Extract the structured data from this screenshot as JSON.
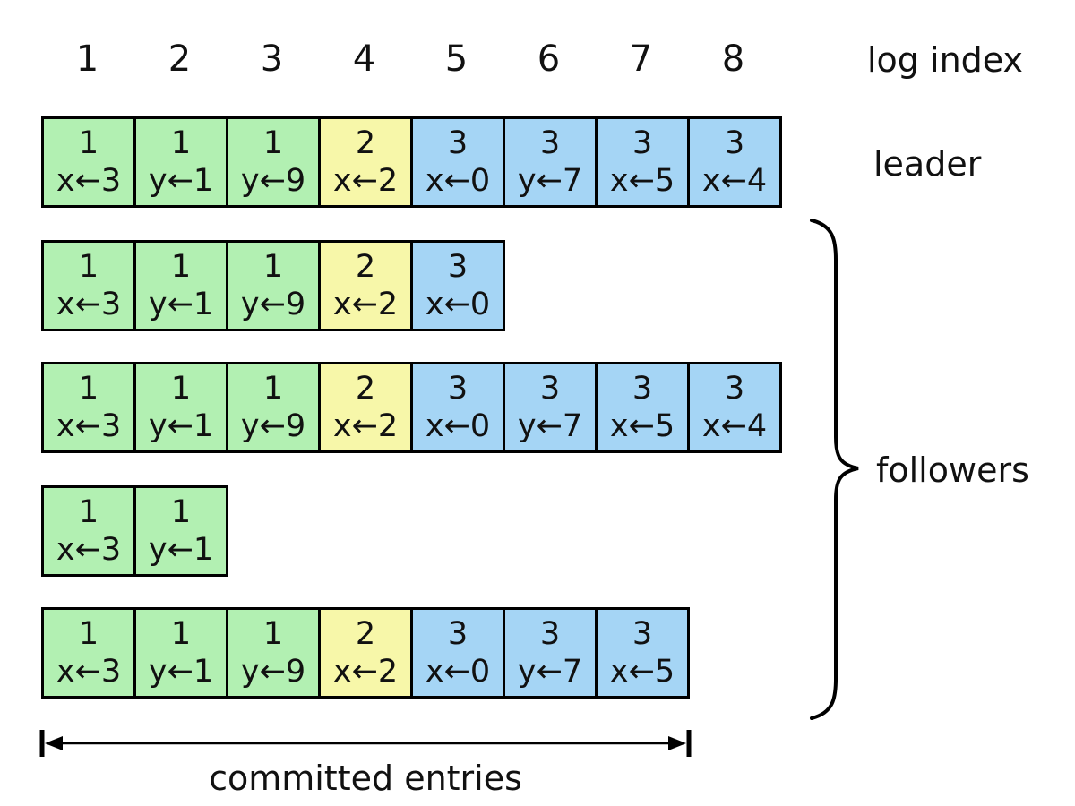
{
  "labels": {
    "log_index": "log index",
    "leader": "leader",
    "followers": "followers",
    "committed": "committed entries"
  },
  "log_indices": [
    "1",
    "2",
    "3",
    "4",
    "5",
    "6",
    "7",
    "8"
  ],
  "term_colors": {
    "1": "#b2f0b2",
    "2": "#f7f7a9",
    "3": "#a5d5f5"
  },
  "logs": [
    {
      "role": "leader",
      "entries": [
        {
          "term": "1",
          "cmd": "x←3"
        },
        {
          "term": "1",
          "cmd": "y←1"
        },
        {
          "term": "1",
          "cmd": "y←9"
        },
        {
          "term": "2",
          "cmd": "x←2"
        },
        {
          "term": "3",
          "cmd": "x←0"
        },
        {
          "term": "3",
          "cmd": "y←7"
        },
        {
          "term": "3",
          "cmd": "x←5"
        },
        {
          "term": "3",
          "cmd": "x←4"
        }
      ]
    },
    {
      "role": "follower-1",
      "entries": [
        {
          "term": "1",
          "cmd": "x←3"
        },
        {
          "term": "1",
          "cmd": "y←1"
        },
        {
          "term": "1",
          "cmd": "y←9"
        },
        {
          "term": "2",
          "cmd": "x←2"
        },
        {
          "term": "3",
          "cmd": "x←0"
        }
      ]
    },
    {
      "role": "follower-2",
      "entries": [
        {
          "term": "1",
          "cmd": "x←3"
        },
        {
          "term": "1",
          "cmd": "y←1"
        },
        {
          "term": "1",
          "cmd": "y←9"
        },
        {
          "term": "2",
          "cmd": "x←2"
        },
        {
          "term": "3",
          "cmd": "x←0"
        },
        {
          "term": "3",
          "cmd": "y←7"
        },
        {
          "term": "3",
          "cmd": "x←5"
        },
        {
          "term": "3",
          "cmd": "x←4"
        }
      ]
    },
    {
      "role": "follower-3",
      "entries": [
        {
          "term": "1",
          "cmd": "x←3"
        },
        {
          "term": "1",
          "cmd": "y←1"
        }
      ]
    },
    {
      "role": "follower-4",
      "entries": [
        {
          "term": "1",
          "cmd": "x←3"
        },
        {
          "term": "1",
          "cmd": "y←1"
        },
        {
          "term": "1",
          "cmd": "y←9"
        },
        {
          "term": "2",
          "cmd": "x←2"
        },
        {
          "term": "3",
          "cmd": "x←0"
        },
        {
          "term": "3",
          "cmd": "y←7"
        },
        {
          "term": "3",
          "cmd": "x←5"
        }
      ]
    }
  ]
}
